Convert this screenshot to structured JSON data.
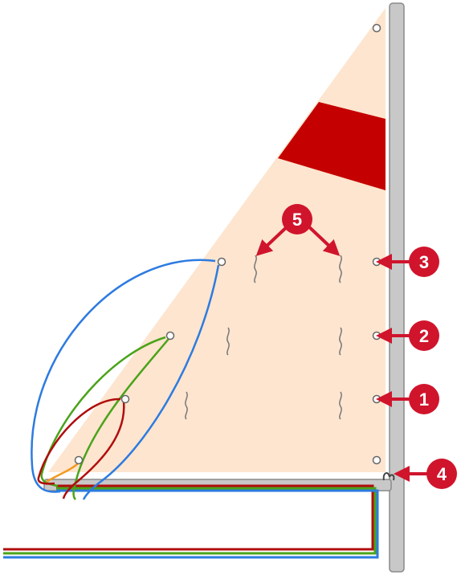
{
  "callouts": [
    {
      "id": "1",
      "label": "1"
    },
    {
      "id": "2",
      "label": "2"
    },
    {
      "id": "3",
      "label": "3"
    },
    {
      "id": "4",
      "label": "4"
    },
    {
      "id": "5",
      "label": "5"
    }
  ],
  "colors": {
    "sail_fill": "#fde5cf",
    "sail_band": "#c40000",
    "mast_fill": "#c8c8c8",
    "mast_stroke": "#8a8a8a",
    "callout_red": "#d0142c",
    "line_blue": "#2d7be0",
    "line_green": "#4aa31a",
    "line_red": "#b00d0d",
    "line_orange": "#f39a1e",
    "grommet_stroke": "#666666",
    "batten_stroke": "#777777"
  },
  "icons": [
    "grommet",
    "reef-tie",
    "arrow",
    "callout-badge",
    "boom-hook"
  ]
}
